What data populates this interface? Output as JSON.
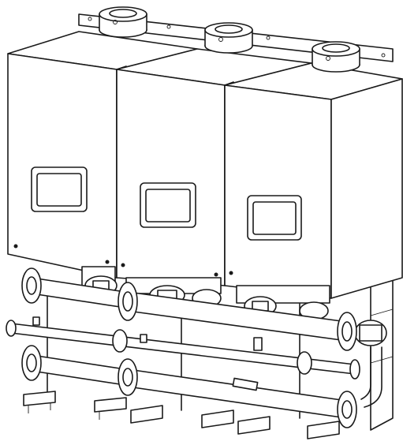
{
  "figure": {
    "boiler_count": 3,
    "icons": [
      "boiler-unit",
      "flue-collar",
      "display-window",
      "header-pipe",
      "pipe-flange",
      "circulator-pump",
      "floor-bracket"
    ],
    "colors": {
      "line": "#1a1a1a",
      "fill": "#ffffff",
      "accent": "#555555"
    }
  }
}
